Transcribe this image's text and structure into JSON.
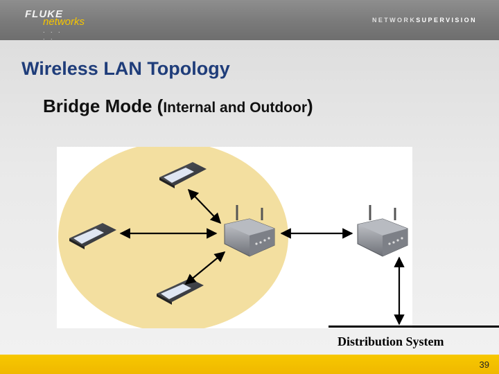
{
  "header": {
    "logo_brand": "FLUKE",
    "logo_sub": "networks",
    "tagline_part1": "NETWORK",
    "tagline_part2": "SUPERVISION"
  },
  "slide": {
    "title": "Wireless LAN Topology",
    "subtitle_main": "Bridge Mode ",
    "subtitle_paren_open": "(",
    "subtitle_detail": "Internal and Outdoor",
    "subtitle_paren_close": ")"
  },
  "diagram": {
    "distribution_system_label": "Distribution System",
    "colors": {
      "coverage_area": "#f3dfa0",
      "device_body": "#8a8d94",
      "arrow": "#000000"
    }
  },
  "footer": {
    "page_number": "39",
    "accent_color": "#f5c000"
  }
}
